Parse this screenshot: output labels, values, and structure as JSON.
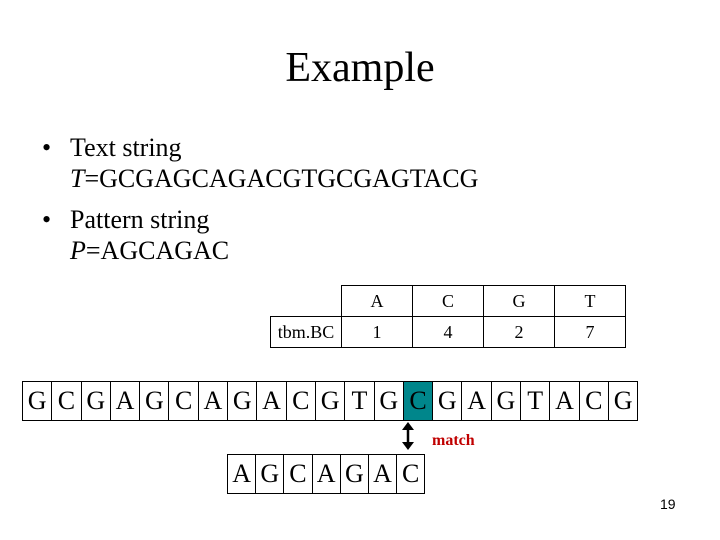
{
  "slide": {
    "title": "Example",
    "bullets": [
      {
        "text": "Text string",
        "sub_var": "T",
        "sub_value": "=GCGAGCAGACGTGCGAGTACG"
      },
      {
        "text": "Pattern string",
        "sub_var": "P",
        "sub_value": "=AGCAGAC"
      }
    ],
    "bullet_symbol": "•",
    "table": {
      "headers": [
        "A",
        "C",
        "G",
        "T"
      ],
      "row_label": "tbm.BC",
      "values": [
        "1",
        "4",
        "2",
        "7"
      ]
    },
    "text_chars": [
      "G",
      "C",
      "G",
      "A",
      "G",
      "C",
      "A",
      "G",
      "A",
      "C",
      "G",
      "T",
      "G",
      "C",
      "G",
      "A",
      "G",
      "T",
      "A",
      "C",
      "G"
    ],
    "highlight_index": 13,
    "highlight_color": "#00868b",
    "pattern_chars": [
      "A",
      "G",
      "C",
      "A",
      "G",
      "A",
      "C"
    ],
    "match_label": "match",
    "match_color": "#c00000",
    "page_number": "19"
  }
}
